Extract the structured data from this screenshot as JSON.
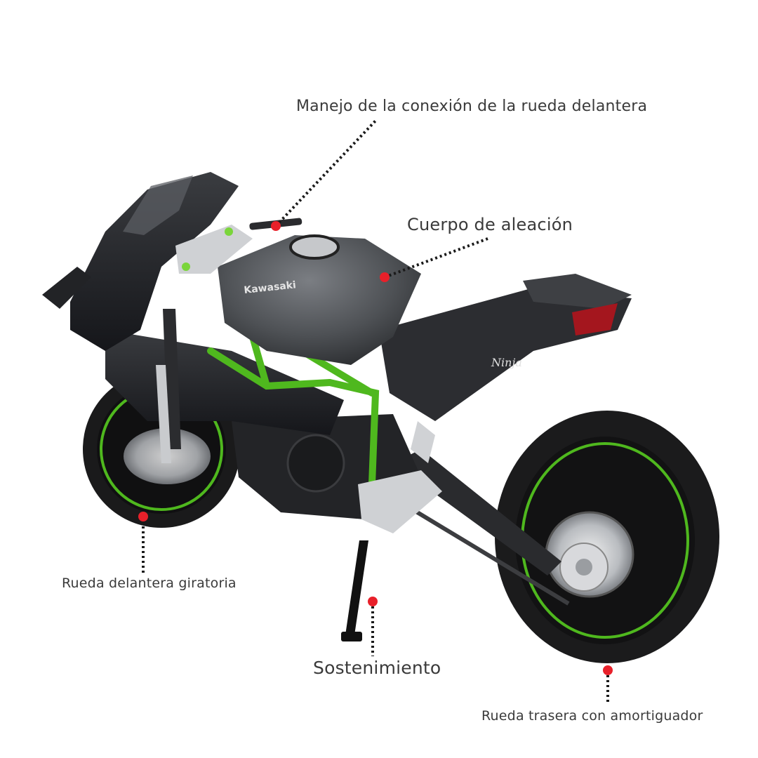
{
  "callouts": {
    "handle": "Manejo de la conexión de la rueda delantera",
    "body": "Cuerpo de aleación",
    "front_wheel": "Rueda delantera giratoria",
    "stand": "Sostenimiento",
    "rear_wheel": "Rueda trasera con amortiguador"
  },
  "decals": {
    "brand": "Kawasaki",
    "model": "Ninja"
  },
  "colors": {
    "marker": "#e8202a",
    "leader": "#1a1a1a",
    "frame_green": "#4fb81e",
    "tank_gray": "#55585c",
    "tire_black": "#1c1c1c"
  }
}
